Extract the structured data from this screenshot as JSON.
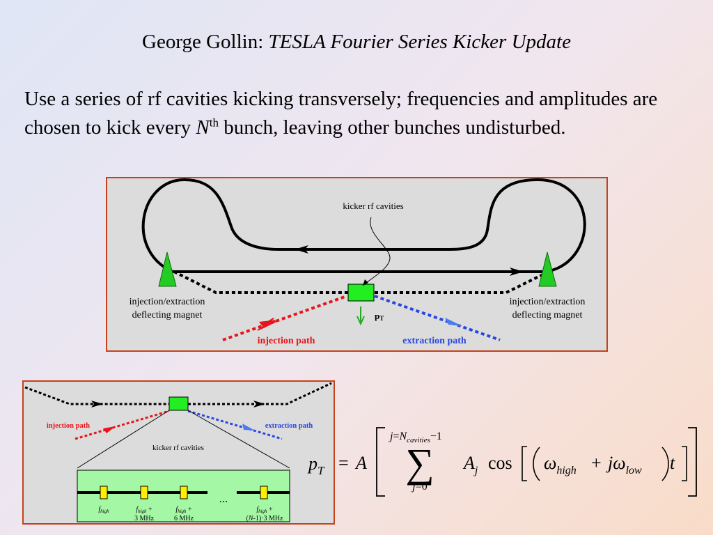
{
  "title": {
    "author": "George Gollin:",
    "subject": "TESLA Fourier Series Kicker Update"
  },
  "body": {
    "part1": "Use a series of rf cavities kicking transversely; frequencies and amplitudes are chosen to kick every ",
    "N": "N",
    "sup": "th",
    "part2": " bunch, leaving other bunches undisturbed."
  },
  "diagram1": {
    "kicker_label": "kicker rf cavities",
    "left_magnet_line1": "injection/extraction",
    "left_magnet_line2": "deflecting magnet",
    "right_magnet_line1": "injection/extraction",
    "right_magnet_line2": "deflecting magnet",
    "pt_p": "p",
    "pt_sub": "T",
    "injection_label": "injection path",
    "extraction_label": "extraction path",
    "colors": {
      "injection": "#e8141b",
      "extraction": "#2a46e0",
      "magnet": "#22cc22",
      "kicker": "#22ee22"
    }
  },
  "diagram2": {
    "injection_label": "injection path",
    "extraction_label": "extraction path",
    "kicker_label": "kicker rf cavities",
    "ellipsis": "...",
    "freq": [
      {
        "f": "f",
        "sub": "high",
        "add": "",
        "line2": ""
      },
      {
        "f": "f",
        "sub": "high",
        "add": " +",
        "line2": "3 MHz"
      },
      {
        "f": "f",
        "sub": "high",
        "add": " +",
        "line2": "6 MHz"
      },
      {
        "f": "f",
        "sub": "high",
        "add": " +",
        "line2_pre": "(",
        "line2_N": "N",
        "line2_post": "-1)·3 MHz"
      }
    ]
  },
  "formula": {
    "p": "p",
    "p_sub": "T",
    "eq": "=",
    "A": "A",
    "upper_j": "j",
    "upper_eq": "=",
    "upper_N": "N",
    "upper_N_sub": "cavities",
    "upper_minus1": "−1",
    "sigma": "∑",
    "lower": "j",
    "lower_eq": "=",
    "lower_val": "0",
    "Aj": "A",
    "Aj_sub": "j",
    "cos": "cos",
    "omega1": "ω",
    "omega1_sub": "high",
    "plus": "+",
    "j": "j",
    "omega2": "ω",
    "omega2_sub": "low",
    "t": "t"
  }
}
